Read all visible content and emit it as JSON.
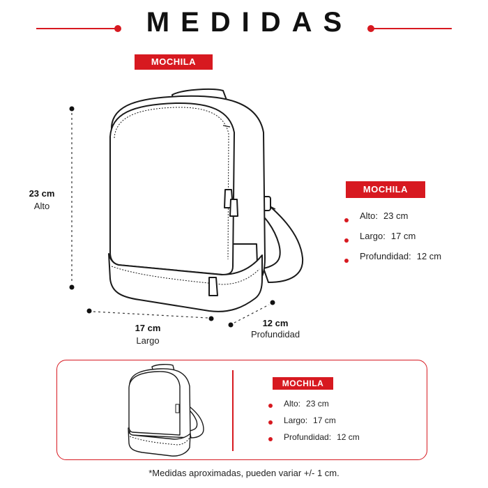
{
  "header": {
    "title": "MEDIDAS",
    "accent_color": "#d71920"
  },
  "main": {
    "badge": "MOCHILA",
    "dimensions": {
      "height_value": "23 cm",
      "height_label": "Alto",
      "width_value": "17 cm",
      "width_label": "Largo",
      "depth_value": "12 cm",
      "depth_label": "Profundidad"
    },
    "spec_panel": {
      "badge": "MOCHILA",
      "items": [
        {
          "label": "Alto:",
          "value": "23 cm"
        },
        {
          "label": "Largo:",
          "value": "17 cm"
        },
        {
          "label": "Profundidad:",
          "value": "12 cm"
        }
      ]
    }
  },
  "summary_box": {
    "badge": "MOCHILA",
    "items": [
      {
        "label": "Alto:",
        "value": "23 cm"
      },
      {
        "label": "Largo:",
        "value": "17 cm"
      },
      {
        "label": "Profundidad:",
        "value": "12 cm"
      }
    ]
  },
  "footnote": "*Medidas aproximadas, pueden variar +/- 1 cm.",
  "icons": [
    "backpack-illustration",
    "backpack-thumbnail",
    "bullet-dot-icon"
  ]
}
